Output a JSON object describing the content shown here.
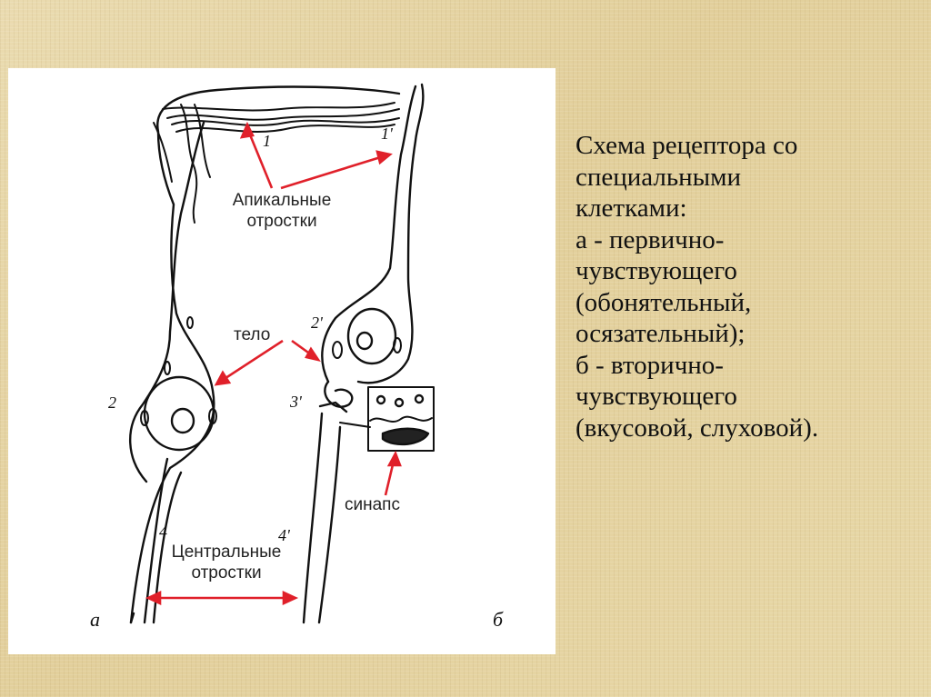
{
  "figure": {
    "labels": {
      "apical": [
        "Апикальные",
        "отростки"
      ],
      "body": "тело",
      "synapse": "синапс",
      "central": [
        "Центральные",
        "отростки"
      ]
    },
    "numbers": [
      "1",
      "1'",
      "2",
      "2'",
      "3'",
      "4",
      "4'"
    ],
    "panels": [
      "а",
      "б"
    ],
    "arrow_color": "#e0202a"
  },
  "caption": {
    "lines": [
      "Схема рецептора со",
      "специальными",
      "клетками:",
      "а - первично-",
      "чувствующего",
      "(обонятельный,",
      "осязательный);",
      "б - вторично-",
      "чувствующего",
      "(вкусовой, слуховой)."
    ]
  }
}
